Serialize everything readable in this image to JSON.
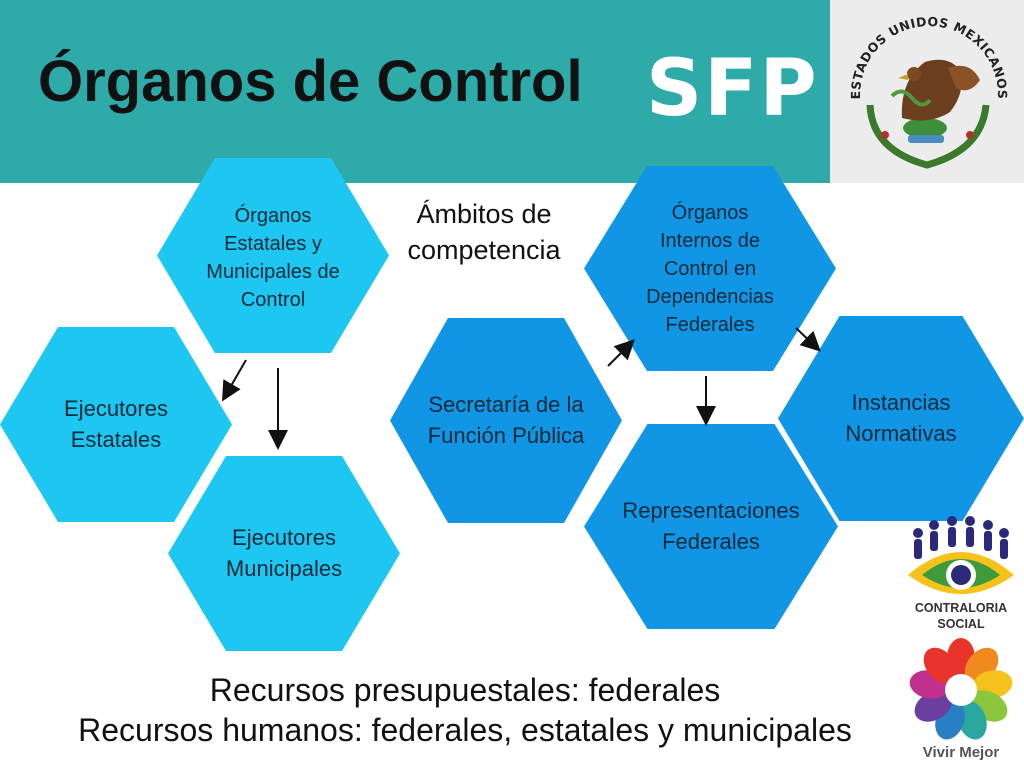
{
  "title": "Órganos de Control",
  "logo_sfp": "SFP",
  "seal_text": "ESTADOS UNIDOS MEXICANOS",
  "ambitos": "Ámbitos de competencia",
  "nodes": {
    "estatales_municipales": [
      "Órganos",
      "Estatales y",
      "Municipales de",
      "Control"
    ],
    "ejecutores_estatales": [
      "Ejecutores",
      "Estatales"
    ],
    "ejecutores_municipales": [
      "Ejecutores",
      "Municipales"
    ],
    "sfp": [
      "Secretaría de la",
      "Función Pública"
    ],
    "organos_internos": [
      "Órganos",
      "Internos de",
      "Control en",
      "Dependencias",
      "Federales"
    ],
    "instancias_normativas": [
      "Instancias",
      "Normativas"
    ],
    "representaciones_federales": [
      "Representaciones",
      "Federales"
    ]
  },
  "footer": {
    "line1": "Recursos presupuestales: federales",
    "line2": "Recursos humanos: federales, estatales y municipales"
  },
  "logos": {
    "contraloria_line1": "CONTRALORIA",
    "contraloria_line2": "SOCIAL",
    "vivir_mejor": "Vivir Mejor"
  },
  "colors": {
    "header": "#2eaaa8",
    "hex_light": "#1ec6f2",
    "hex_mid": "#1196e6"
  }
}
